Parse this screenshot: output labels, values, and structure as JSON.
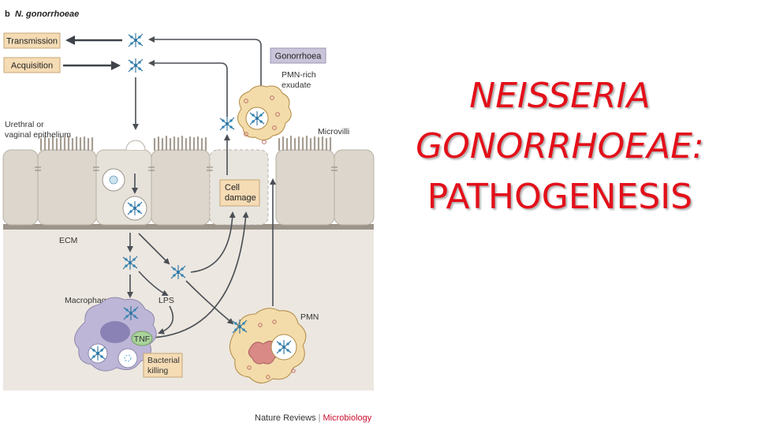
{
  "diagram": {
    "panel_letter": "b",
    "panel_title": "N. gonorrhoeae",
    "labels": {
      "transmission": "Transmission",
      "acquisition": "Acquisition",
      "gonorrhoea": "Gonorrhoea",
      "exudate_line1": "PMN-rich",
      "exudate_line2": "exudate",
      "epithelium_line1": "Urethral or",
      "epithelium_line2": "vaginal epithelium",
      "microvilli": "Microvilli",
      "cell_damage_line1": "Cell",
      "cell_damage_line2": "damage",
      "ecm": "ECM",
      "macrophage": "Macrophage",
      "lps": "LPS",
      "tnf": "TNF",
      "bacterial_killing_line1": "Bacterial",
      "bacterial_killing_line2": "killing",
      "pmn": "PMN"
    },
    "colors": {
      "label_box": "#f5dcb5",
      "gonorrhoea_box": "#c9c4d9",
      "epithelium": "#dcd6cc",
      "tissue": "#ece7e0",
      "macrophage": "#bdb6d6",
      "pmn": "#f3dcaa",
      "bacteria": "#4aa0d0",
      "tnf": "#a9d39a"
    }
  },
  "credit": {
    "publisher": "Nature Reviews",
    "journal": "Microbiology"
  },
  "slide": {
    "title_line1": "NEISSERIA",
    "title_line2": "GONORRHOEAE:",
    "title_line3": "PATHOGENESIS",
    "title_color": "#e3101a"
  }
}
